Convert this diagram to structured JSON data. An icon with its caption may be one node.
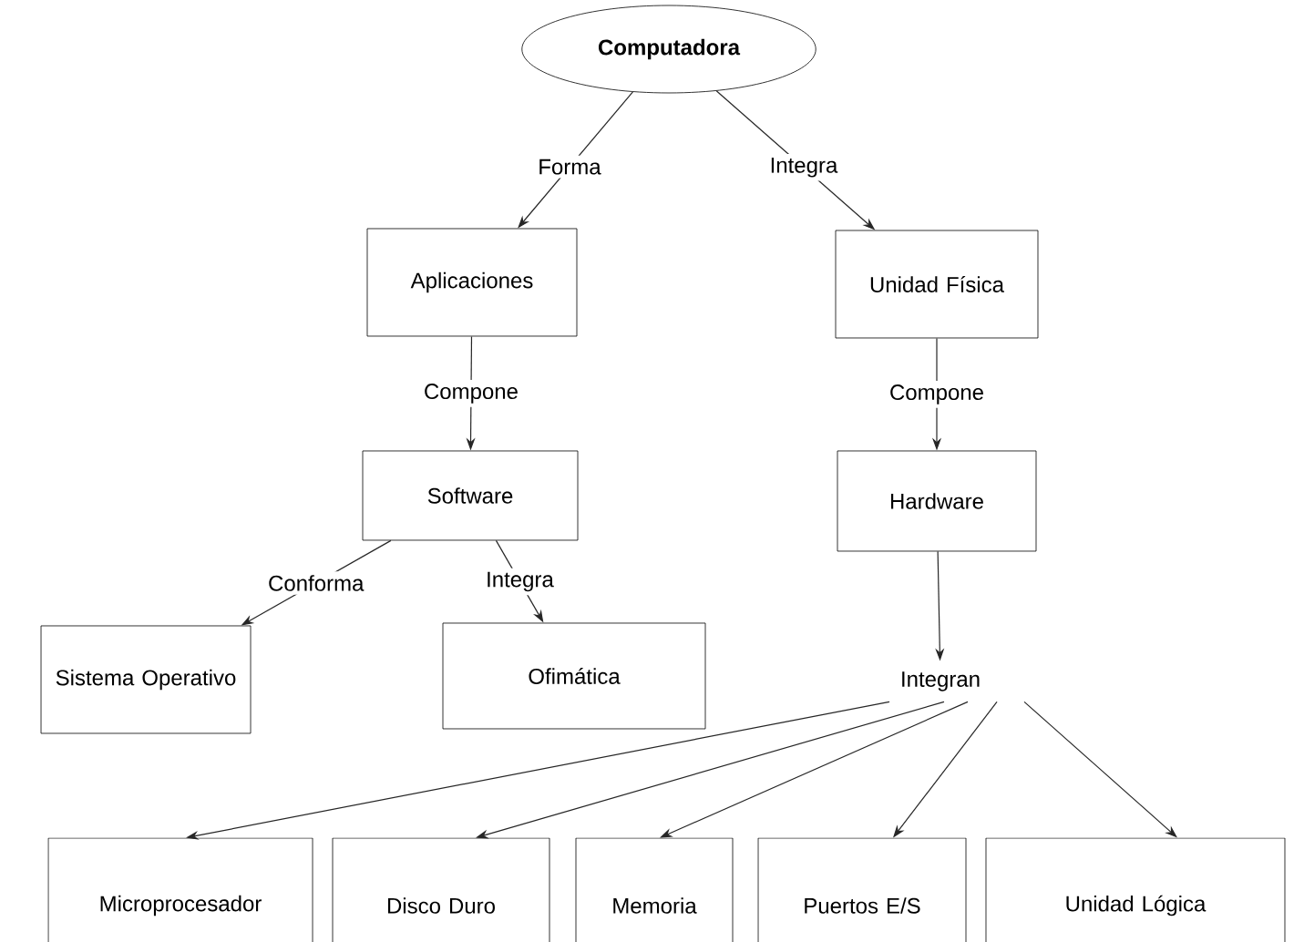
{
  "diagram": {
    "nodes": [
      {
        "text": [
          "Computadora"
        ]
      },
      {
        "text": [
          "Aplicaciones"
        ]
      },
      {
        "text": [
          "Unidad Física"
        ]
      },
      {
        "text": [
          "Software"
        ]
      },
      {
        "text": [
          "Hardware"
        ]
      },
      {
        "text": [
          "Sistema Operativo"
        ]
      },
      {
        "text": [
          "Ofimática"
        ]
      },
      {
        "text": [
          "Integran"
        ]
      },
      {
        "text": [
          "Microprocesador"
        ]
      },
      {
        "text": [
          "Disco Duro"
        ]
      },
      {
        "text": [
          "Memoria"
        ]
      },
      {
        "text": [
          "Puertos E/S"
        ]
      },
      {
        "text": [
          "Unidad Lógica"
        ]
      }
    ],
    "edges": [
      {
        "from": 0,
        "to": 1,
        "arrow": "to",
        "label": "Forma"
      },
      {
        "from": 0,
        "to": 2,
        "arrow": "to",
        "label": "Integra"
      },
      {
        "from": 1,
        "to": 3,
        "arrow": "to",
        "label": "Compone"
      },
      {
        "from": 2,
        "to": 4,
        "arrow": "to",
        "label": "Compone"
      },
      {
        "from": 3,
        "to": 5,
        "arrow": "to",
        "label": "Conforma"
      },
      {
        "from": 3,
        "to": 6,
        "arrow": "to",
        "label": "Integra"
      },
      {
        "from": 4,
        "to": 7,
        "arrow": "to"
      },
      {
        "from": 7,
        "to": 8,
        "arrow": "to"
      },
      {
        "from": 7,
        "to": 9,
        "arrow": "to"
      },
      {
        "from": 7,
        "to": 10,
        "arrow": "to"
      },
      {
        "from": 7,
        "to": 11,
        "arrow": "to"
      },
      {
        "from": 7,
        "to": 12,
        "arrow": "to"
      }
    ]
  }
}
